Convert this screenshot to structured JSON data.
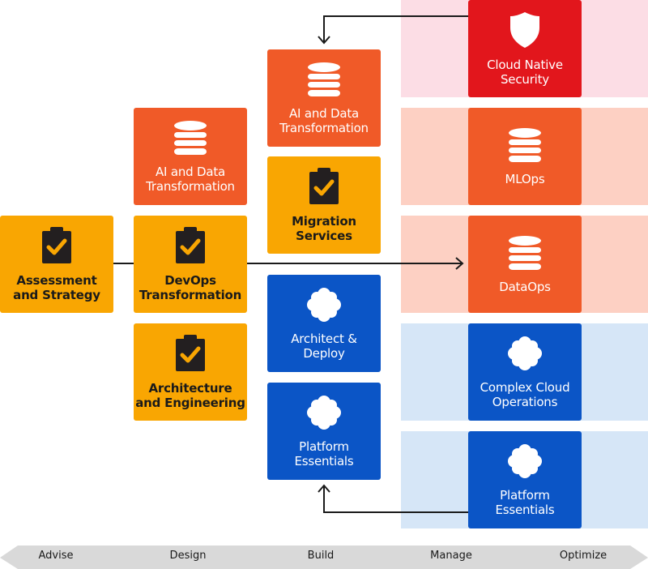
{
  "boxes": {
    "assessment": "Assessment\nand Strategy",
    "design_ai_data": "AI and Data\nTransformation",
    "design_devops": "DevOps\nTransformation",
    "design_architecture": "Architecture\nand Engineering",
    "build_ai_data": "AI and Data\nTransformation",
    "build_migration": "Migration\nServices",
    "build_architect_deploy": "Architect &\nDeploy",
    "build_platform_essentials": "Platform\nEssentials",
    "optimize_security": "Cloud Native\nSecurity",
    "optimize_mlops": "MLOps",
    "optimize_dataops": "DataOps",
    "optimize_complex_cloud": "Complex Cloud\nOperations",
    "optimize_platform_essentials": "Platform\nEssentials"
  },
  "stages": [
    "Advise",
    "Design",
    "Build",
    "Manage",
    "Optimize"
  ],
  "colors": {
    "orange": "#f05a28",
    "yellow": "#f9a602",
    "blue": "#0b55c6",
    "red": "#e2161c",
    "band_pink": "#fcdde5",
    "band_salmon": "#fdd0c3",
    "band_lightblue": "#d6e6f7",
    "stage_bar": "#d9d9d9"
  },
  "icons": {
    "clipboard": "clipboard-check-icon",
    "database": "database-icon",
    "cloud": "cloud-icon",
    "shield": "shield-icon"
  }
}
